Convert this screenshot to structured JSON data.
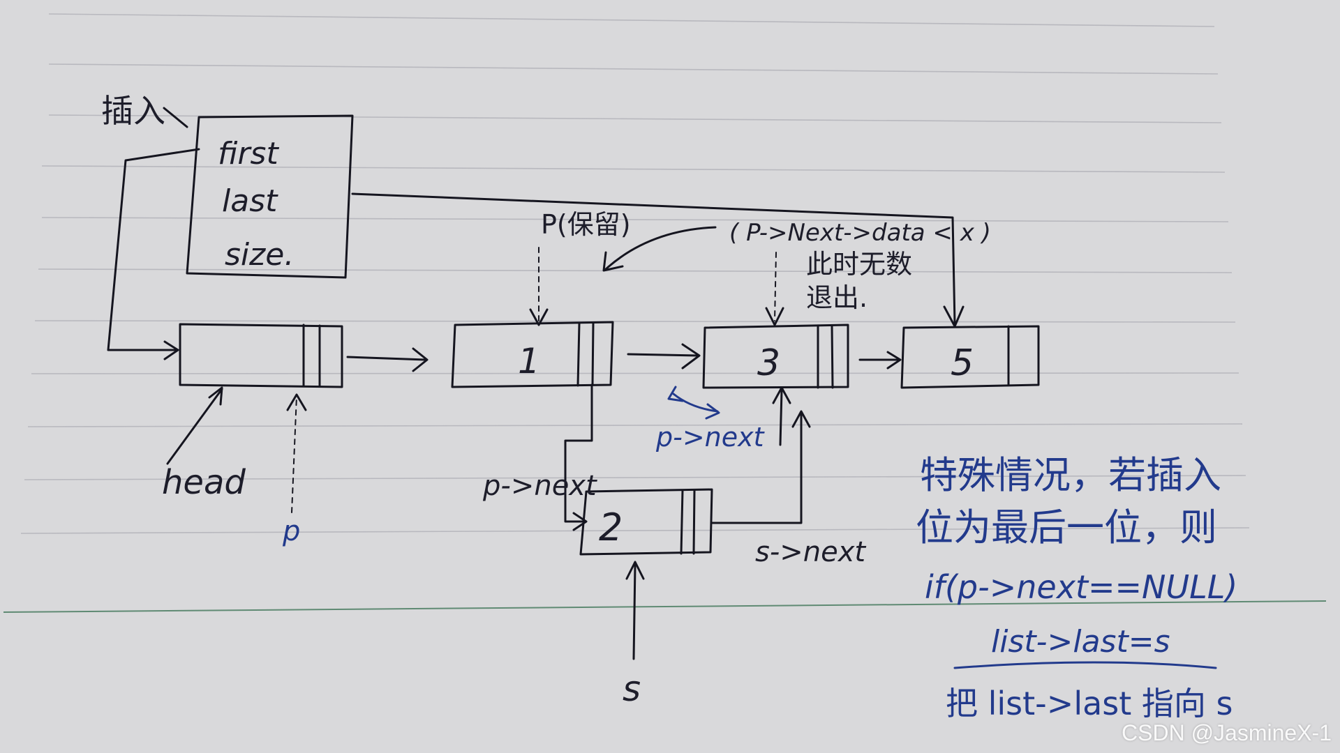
{
  "colors": {
    "paper": "#d9d9db",
    "ink_black": "#15151f",
    "ink_blue": "#223a8c",
    "rule_line": "#b8b8be"
  },
  "heading": "插入",
  "list_header": {
    "fields": [
      "first",
      "last",
      "size."
    ]
  },
  "nodes": [
    {
      "id": "head-node",
      "value": ""
    },
    {
      "id": "node-1",
      "value": "1"
    },
    {
      "id": "node-3",
      "value": "3"
    },
    {
      "id": "node-5",
      "value": "5"
    },
    {
      "id": "node-2",
      "value": "2"
    }
  ],
  "pointer_labels": {
    "head": "head",
    "p": "p",
    "p_keep": "P(保留)",
    "condition": "( P->Next->data < x )",
    "stop_note_line1": "此时无数",
    "stop_note_line2": "退出.",
    "p_next_blue": "p->next",
    "p_next_black": "p->next",
    "s_next": "s->next",
    "s": "s"
  },
  "side_note": {
    "line1": "特殊情况，若插入",
    "line2": "位为最后一位，则",
    "line3": "if(p->next==NULL)",
    "line4": "list->last=s",
    "line5": "把 list->last 指向 s"
  },
  "watermark": "CSDN @JasmineX-1"
}
